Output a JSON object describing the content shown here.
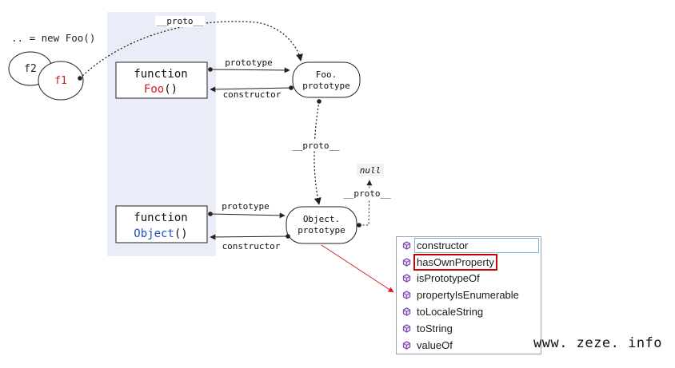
{
  "diagram": {
    "new_expr": ".. = new Foo()",
    "instances": [
      "f2",
      "f1"
    ],
    "foo_func": {
      "keyword": "function",
      "name": "Foo",
      "parens": "()"
    },
    "object_func": {
      "keyword": "function",
      "name": "Object",
      "parens": "()"
    },
    "foo_proto": {
      "line1": "Foo.",
      "line2": "prototype"
    },
    "object_proto": {
      "line1": "Object.",
      "line2": "prototype"
    },
    "null_label": "null",
    "labels": {
      "proto_top": "__proto__",
      "prototype_foo": "prototype",
      "constructor_foo": "constructor",
      "proto_mid": "__proto__",
      "proto_null": "__proto__",
      "prototype_obj": "prototype",
      "constructor_obj": "constructor"
    },
    "colors": {
      "foo_name": "#d42020",
      "object_name": "#2050c8",
      "f1": "#d42020",
      "panel": "#eaecf8",
      "arrow_red": "#d42020"
    }
  },
  "popup": {
    "items": [
      {
        "label": "constructor",
        "icon": "method-icon",
        "state": "selected"
      },
      {
        "label": "hasOwnProperty",
        "icon": "method-icon",
        "state": "highlighted"
      },
      {
        "label": "isPrototypeOf",
        "icon": "method-icon",
        "state": ""
      },
      {
        "label": "propertyIsEnumerable",
        "icon": "method-icon",
        "state": ""
      },
      {
        "label": "toLocaleString",
        "icon": "method-icon",
        "state": ""
      },
      {
        "label": "toString",
        "icon": "method-icon",
        "state": ""
      },
      {
        "label": "valueOf",
        "icon": "method-icon",
        "state": ""
      }
    ]
  },
  "watermark": "www. zeze. info"
}
